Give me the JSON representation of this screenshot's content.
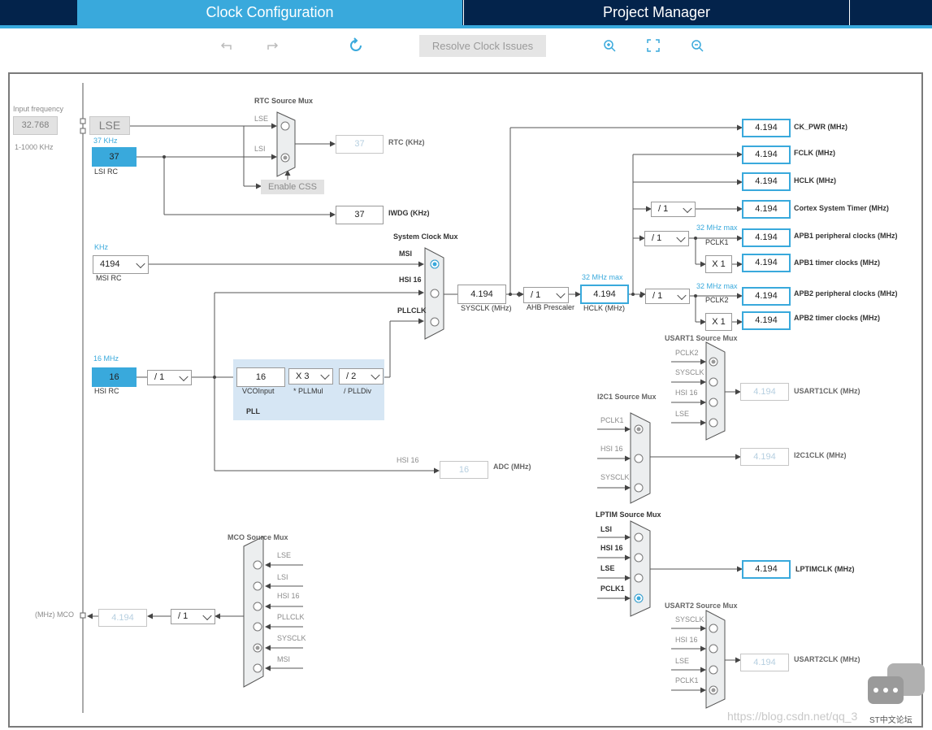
{
  "tabs": {
    "clock": "Clock Configuration",
    "pm": "Project Manager"
  },
  "toolbar": {
    "resolve": "Resolve Clock Issues",
    "icons": [
      "undo-icon",
      "redo-icon",
      "refresh-icon",
      "zoom-in-icon",
      "fit-icon",
      "zoom-out-icon"
    ]
  },
  "input": {
    "title": "Input frequency",
    "value": "32.768",
    "range": "1-1000 KHz"
  },
  "lse": "LSE",
  "lsi": {
    "freq": "37 KHz",
    "value": "37",
    "label": "LSI RC"
  },
  "rtc": {
    "title": "RTC Source Mux",
    "in1": "LSE",
    "in2": "LSI",
    "out": "37",
    "outlabel": "RTC (KHz)",
    "css": "Enable CSS"
  },
  "iwdg": {
    "value": "37",
    "label": "IWDG (KHz)"
  },
  "msi": {
    "unit": "KHz",
    "value": "4194",
    "label": "MSI RC"
  },
  "sysmux": {
    "title": "System Clock Mux",
    "in1": "MSI",
    "in2": "HSI 16",
    "in3": "PLLCLK"
  },
  "sysclk": {
    "value": "4.194",
    "label": "SYSCLK (MHz)"
  },
  "ahb": {
    "value": "/ 1",
    "label": "AHB Prescaler"
  },
  "hclk": {
    "max": "32 MHz max",
    "value": "4.194",
    "label": "HCLK (MHz)"
  },
  "hsi": {
    "freq": "16 MHz",
    "value": "16",
    "label": "HSI RC",
    "div": "/ 1"
  },
  "pll": {
    "vco": "16",
    "vcolabel": "VCOInput",
    "mul": "X 3",
    "mullabel": "* PLLMul",
    "div": "/ 2",
    "divlabel": "/ PLLDiv",
    "label": "PLL"
  },
  "adc": {
    "in": "HSI 16",
    "value": "16",
    "label": "ADC (MHz)"
  },
  "outs": {
    "ckpwr": {
      "value": "4.194",
      "label": "CK_PWR (MHz)"
    },
    "fclk": {
      "value": "4.194",
      "label": "FCLK (MHz)"
    },
    "hclk": {
      "value": "4.194",
      "label": "HCLK (MHz)"
    },
    "cortex": {
      "div": "/ 1",
      "value": "4.194",
      "label": "Cortex System Timer (MHz)"
    },
    "apb1": {
      "max": "32 MHz max",
      "div": "/ 1",
      "pclk": "PCLK1",
      "value": "4.194",
      "label": "APB1 peripheral clocks (MHz)"
    },
    "apb1t": {
      "mul": "X 1",
      "value": "4.194",
      "label": "APB1 timer clocks (MHz)"
    },
    "apb2": {
      "max": "32 MHz max",
      "div": "/ 1",
      "pclk": "PCLK2",
      "value": "4.194",
      "label": "APB2 peripheral clocks (MHz)"
    },
    "apb2t": {
      "mul": "X 1",
      "value": "4.194",
      "label": "APB2 timer clocks (MHz)"
    }
  },
  "usart1": {
    "title": "USART1 Source Mux",
    "in": [
      "PCLK2",
      "SYSCLK",
      "HSI 16",
      "LSE"
    ],
    "value": "4.194",
    "label": "USART1CLK (MHz)"
  },
  "i2c1": {
    "title": "I2C1 Source Mux",
    "in": [
      "PCLK1",
      "HSI 16",
      "SYSCLK"
    ],
    "value": "4.194",
    "label": "I2C1CLK (MHz)"
  },
  "lptim": {
    "title": "LPTIM Source Mux",
    "in": [
      "LSI",
      "HSI 16",
      "LSE",
      "PCLK1"
    ],
    "value": "4.194",
    "label": "LPTIMCLK (MHz)"
  },
  "usart2": {
    "title": "USART2 Source Mux",
    "in": [
      "SYSCLK",
      "HSI 16",
      "LSE",
      "PCLK1"
    ],
    "value": "4.194",
    "label": "USART2CLK (MHz)"
  },
  "mco": {
    "title": "MCO Source Mux",
    "in": [
      "LSE",
      "LSI",
      "HSI 16",
      "PLLCLK",
      "SYSCLK",
      "MSI"
    ],
    "label": "(MHz) MCO",
    "value": "4.194",
    "div": "/ 1"
  },
  "watermark": "https://blog.csdn.net/qq_3",
  "watermark2": "ST中文论坛"
}
